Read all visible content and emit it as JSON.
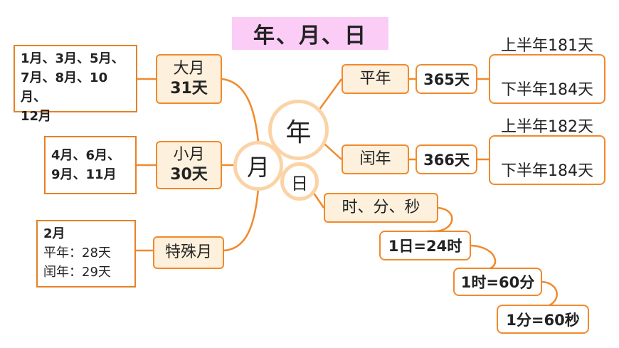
{
  "title": "年、月、日",
  "center": {
    "year": "年",
    "month": "月",
    "day": "日"
  },
  "month_branch": {
    "big": {
      "label_line1": "大月",
      "label_line2": "31天",
      "months_line1": "1月、3月、5月、",
      "months_line2": "7月、8月、10月、",
      "months_line3": "12月"
    },
    "small": {
      "label_line1": "小月",
      "label_line2": "30天",
      "months_line1": "4月、6月、",
      "months_line2": "9月、11月"
    },
    "special": {
      "label": "特殊月",
      "line1": "2月",
      "line2": "平年：28天",
      "line3": "闰年：29天"
    }
  },
  "year_branch": {
    "common": {
      "label": "平年",
      "days": "365天",
      "first_half": "上半年181天",
      "second_half": "下半年184天"
    },
    "leap": {
      "label": "闰年",
      "days": "366天",
      "first_half": "上半年182天",
      "second_half": "下半年184天"
    }
  },
  "day_branch": {
    "label": "时、分、秒",
    "steps": [
      "1日=24时",
      "1时=60分",
      "1分=60秒"
    ]
  },
  "colors": {
    "accent": "#f08a2c",
    "box_fill": "#fdf0dc",
    "circle_ring": "#fbd3a6",
    "title_bg": "#fbcdf6"
  }
}
